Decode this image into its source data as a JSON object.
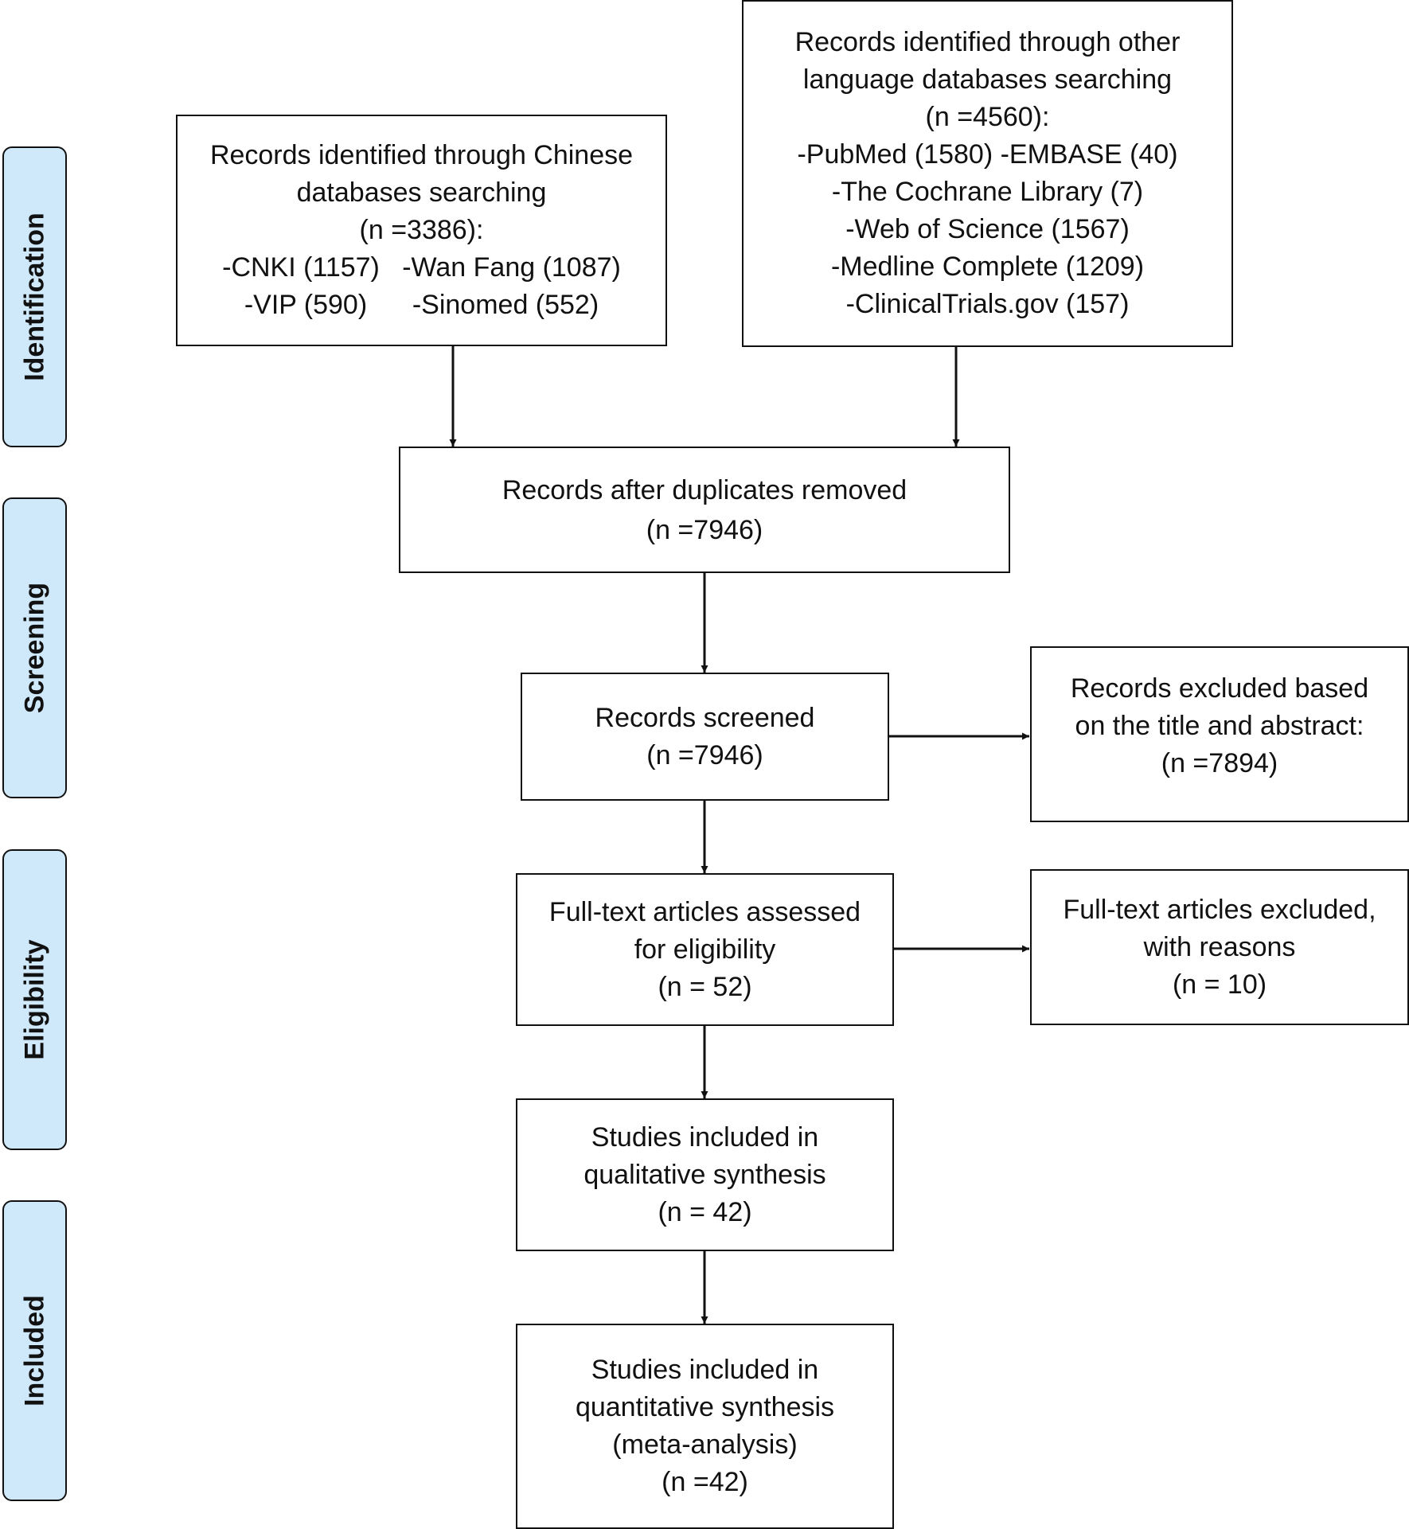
{
  "stages": [
    "Identification",
    "Screening",
    "Eligibility",
    "Included"
  ],
  "boxes": {
    "chinese_db": [
      "Records identified through Chinese",
      "databases searching",
      "(n =3386):",
      "-CNKI (1157)   -Wan Fang (1087)",
      "-VIP (590)      -Sinomed (552)"
    ],
    "other_db": [
      "Records identified through other",
      "language databases searching",
      "(n =4560):",
      "-PubMed (1580) -EMBASE (40)",
      "-The Cochrane Library (7)",
      "-Web of Science (1567)",
      "-Medline Complete (1209)",
      "-ClinicalTrials.gov (157)"
    ],
    "duplicates_removed": [
      "Records after duplicates removed",
      "(n =7946)"
    ],
    "screened": [
      "Records screened",
      "(n =7946)"
    ],
    "excluded_title_abstract": [
      "Records excluded based",
      "on the title and abstract:",
      "(n =7894)"
    ],
    "full_text_assessed": [
      "Full-text articles assessed",
      "for eligibility",
      "(n = 52)"
    ],
    "full_text_excluded": [
      "Full-text articles excluded,",
      "with reasons",
      "(n = 10)"
    ],
    "qualitative": [
      "Studies included in",
      "qualitative synthesis",
      "(n = 42)"
    ],
    "quantitative": [
      "Studies included in",
      "quantitative synthesis",
      "(meta-analysis)",
      "(n =42)"
    ]
  },
  "colors": {
    "stage_fill": "#cfe9fb",
    "stroke": "#111111"
  }
}
